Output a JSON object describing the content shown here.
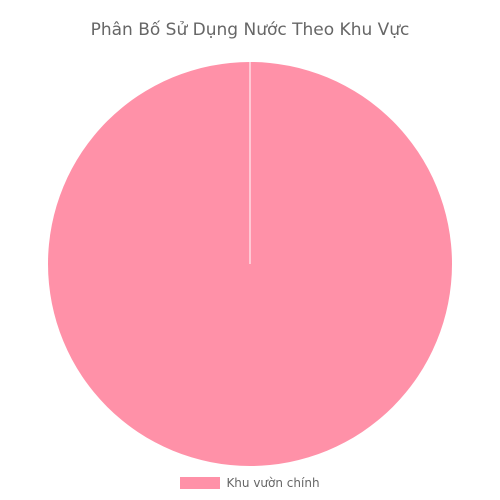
{
  "chart_data": {
    "type": "pie",
    "title": "Phân Bố Sử Dụng Nước Theo Khu Vực",
    "categories": [
      "Khu vườn chính"
    ],
    "values": [
      100
    ],
    "colors": [
      "#ff91a8"
    ],
    "legend_position": "bottom",
    "slice_border_color": "#ffffff"
  }
}
